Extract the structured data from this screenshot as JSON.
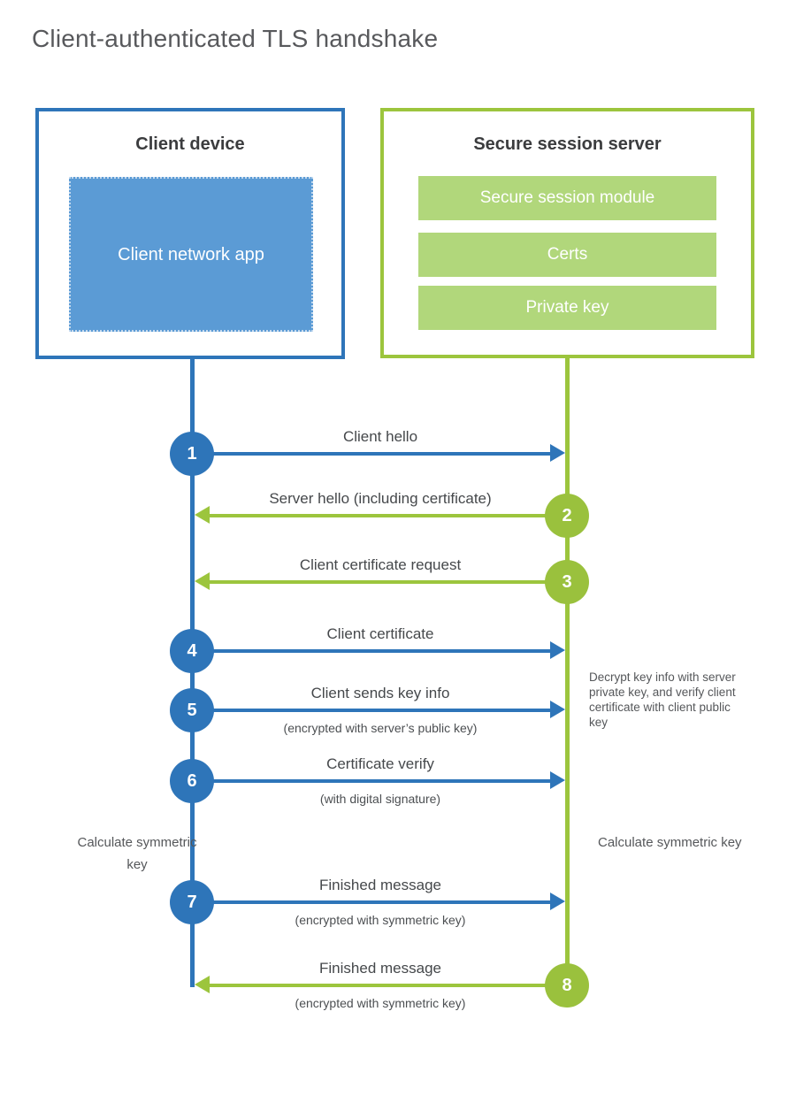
{
  "title": "Client-authenticated TLS handshake",
  "colors": {
    "client_accent": "#2e75b9",
    "client_fill": "#5b9bd5",
    "server_accent": "#9ac13d",
    "server_fill": "#b1d77b"
  },
  "client": {
    "title": "Client device",
    "app_label": "Client network app"
  },
  "server": {
    "title": "Secure session server",
    "modules": [
      "Secure session module",
      "Certs",
      "Private key"
    ]
  },
  "steps": [
    {
      "num": "1",
      "from": "client",
      "label": "Client hello",
      "sub": ""
    },
    {
      "num": "2",
      "from": "server",
      "label": "Server hello (including certificate)",
      "sub": ""
    },
    {
      "num": "3",
      "from": "server",
      "label": "Client certificate request",
      "sub": ""
    },
    {
      "num": "4",
      "from": "client",
      "label": "Client certificate",
      "sub": ""
    },
    {
      "num": "5",
      "from": "client",
      "label": "Client sends key info",
      "sub": "(encrypted with server’s public key)"
    },
    {
      "num": "6",
      "from": "client",
      "label": "Certificate verify",
      "sub": "(with digital signature)"
    },
    {
      "num": "7",
      "from": "client",
      "label": "Finished message",
      "sub": "(encrypted with symmetric key)"
    },
    {
      "num": "8",
      "from": "server",
      "label": "Finished message",
      "sub": "(encrypted with symmetric key)"
    }
  ],
  "notes": {
    "decrypt": "Decrypt key info with server private key, and verify client certificate with client public key",
    "calc_left": "Calculate symmetric key",
    "calc_right": "Calculate symmetric key"
  }
}
